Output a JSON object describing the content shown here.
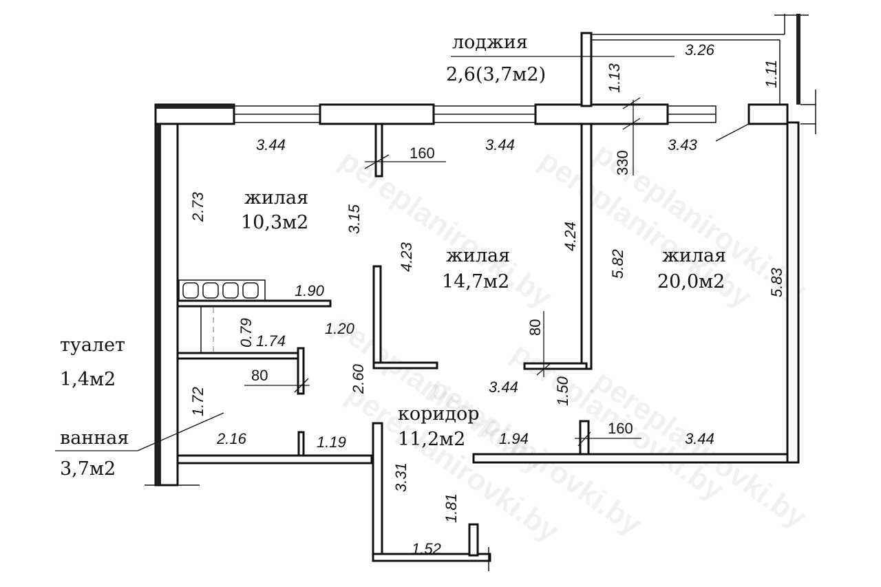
{
  "rooms": {
    "loggia": {
      "name": "лоджия",
      "area": "2,6(3,7м2)"
    },
    "living1": {
      "name": "жилая",
      "area": "10,3м2"
    },
    "living2": {
      "name": "жилая",
      "area": "14,7м2"
    },
    "living3": {
      "name": "жилая",
      "area": "20,0м2"
    },
    "toilet": {
      "name": "туалет",
      "area": "1,4м2"
    },
    "bathroom": {
      "name": "ванная",
      "area": "3,7м2"
    },
    "corridor": {
      "name": "коридор",
      "area": "11,2м2"
    }
  },
  "dimensions": {
    "d326": "3.26",
    "d113": "1.13",
    "d111": "1.11",
    "d343": "3.43",
    "d330": "330",
    "d344a": "3.44",
    "d160a": "160",
    "d344b": "3.44",
    "d273": "2.73",
    "d315": "3.15",
    "d424": "4.24",
    "d582": "5.82",
    "d583": "5.83",
    "d423": "4.23",
    "d190": "1.90",
    "d079": "0.79",
    "d174": "1.74",
    "d120": "1.20",
    "d80a": "80",
    "d80b": "80",
    "d260": "2.60",
    "d172": "1.72",
    "d344c": "3.44",
    "d150": "1.50",
    "d216": "2.16",
    "d119": "1.19",
    "d194": "1.94",
    "d160b": "160",
    "d344d": "3.44",
    "d331": "3.31",
    "d181": "1.81",
    "d152": "1.52"
  },
  "watermark": "pereplanirovki.by"
}
